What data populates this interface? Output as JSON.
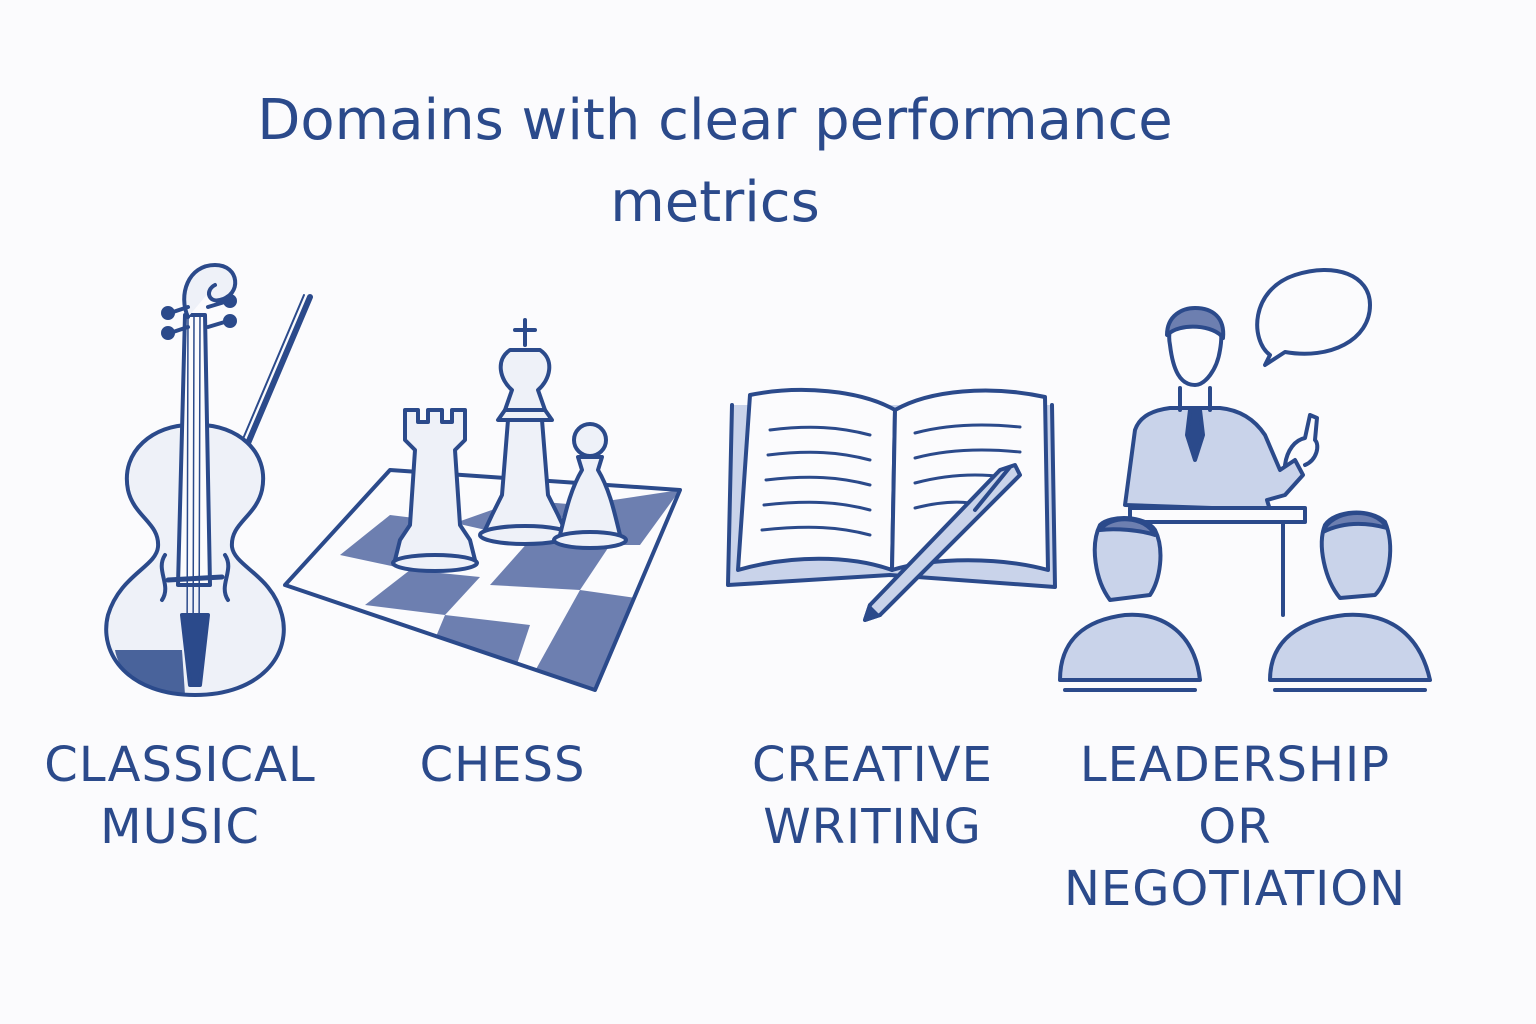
{
  "title": {
    "line1": "Domains with clear performance",
    "line2": "metrics"
  },
  "domains": [
    {
      "lines": [
        "CLASSICAL",
        "MUSIC"
      ],
      "icon": "violin-icon"
    },
    {
      "lines": [
        "CHESS"
      ],
      "icon": "chess-pieces-icon"
    },
    {
      "lines": [
        "CREATIVE",
        "WRITING"
      ],
      "icon": "open-book-pen-icon"
    },
    {
      "lines": [
        "LEADERSHIP",
        "OR",
        "NEGOTIATION"
      ],
      "icon": "speaker-audience-icon"
    }
  ],
  "colors": {
    "ink": "#2b4a8b",
    "fill": "#c9d3ea",
    "fill_dark": "#6d7fb0",
    "background": "#fbfbfd"
  }
}
